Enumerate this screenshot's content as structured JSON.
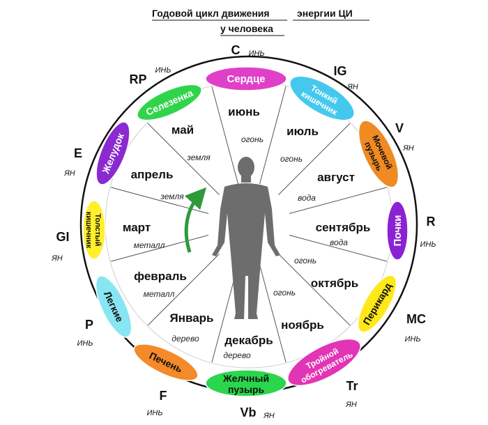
{
  "title": {
    "line1": "Годовой цикл движения",
    "line2": "у человека",
    "line3": "энергии ЦИ"
  },
  "months": [
    {
      "id": "june",
      "label": "июнь",
      "element": "огонь"
    },
    {
      "id": "july",
      "label": "июль",
      "element": "огонь"
    },
    {
      "id": "august",
      "label": "август",
      "element": "вода"
    },
    {
      "id": "september",
      "label": "сентябрь",
      "element": "вода"
    },
    {
      "id": "october",
      "label": "октябрь",
      "element": "огонь"
    },
    {
      "id": "november",
      "label": "ноябрь",
      "element": "огонь"
    },
    {
      "id": "december",
      "label": "декабрь",
      "element": "дерево"
    },
    {
      "id": "january",
      "label": "Январь",
      "element": "дерево"
    },
    {
      "id": "february",
      "label": "февраль",
      "element": "металл"
    },
    {
      "id": "march",
      "label": "март",
      "element": "металл"
    },
    {
      "id": "april",
      "label": "апрель",
      "element": "земля"
    },
    {
      "id": "may",
      "label": "май",
      "element": "земля"
    }
  ],
  "organs": [
    {
      "id": "heart",
      "line1": "Сердце",
      "line2": "",
      "code": "C",
      "polarity": "ИНЬ",
      "color": "#e040c8"
    },
    {
      "id": "small-intestine",
      "line1": "Тонкий",
      "line2": "кишечник",
      "code": "IG",
      "polarity": "ЯН",
      "color": "#44c8ee"
    },
    {
      "id": "bladder",
      "line1": "Мочевой",
      "line2": "пузырь",
      "code": "V",
      "polarity": "ЯН",
      "color": "#f08a22"
    },
    {
      "id": "kidneys",
      "line1": "Почки",
      "line2": "",
      "code": "R",
      "polarity": "ИНЬ",
      "color": "#8a22d4"
    },
    {
      "id": "pericardium",
      "line1": "Перикард",
      "line2": "",
      "code": "MC",
      "polarity": "ИНЬ",
      "color": "#ffe81a"
    },
    {
      "id": "triple-heater",
      "line1": "Тройной",
      "line2": "обогреватель",
      "code": "Tr",
      "polarity": "ЯН",
      "color": "#e234b4"
    },
    {
      "id": "gallbladder",
      "line1": "Желчный",
      "line2": "пузырь",
      "code": "Vb",
      "polarity": "ЯН",
      "color": "#2ad64c"
    },
    {
      "id": "liver",
      "line1": "Печень",
      "line2": "",
      "code": "F",
      "polarity": "ИНЬ",
      "color": "#f58a2a"
    },
    {
      "id": "lungs",
      "line1": "Легкие",
      "line2": "",
      "code": "P",
      "polarity": "ИНЬ",
      "color": "#88e6f2"
    },
    {
      "id": "large-intestine",
      "line1": "Толстый",
      "line2": "кишечник",
      "code": "GI",
      "polarity": "ЯН",
      "color": "#fff02a"
    },
    {
      "id": "stomach",
      "line1": "Желудок",
      "line2": "",
      "code": "E",
      "polarity": "ЯН",
      "color": "#8a2ad0"
    },
    {
      "id": "spleen",
      "line1": "Селезенка",
      "line2": "",
      "code": "RP",
      "polarity": "ИНЬ",
      "color": "#30d44a"
    }
  ]
}
